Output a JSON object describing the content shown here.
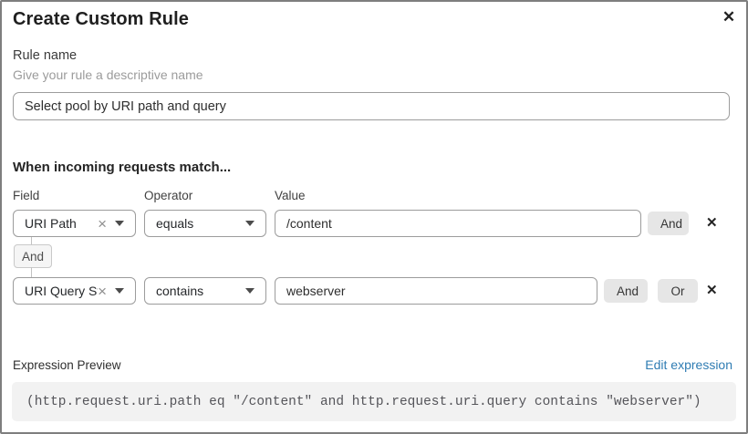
{
  "modal": {
    "title": "Create Custom Rule"
  },
  "icons": {
    "close_glyph": "✕",
    "clear_glyph": "×",
    "remove_glyph": "✕"
  },
  "rule_name": {
    "label": "Rule name",
    "helper": "Give your rule a descriptive name",
    "value": "Select pool by URI path and query"
  },
  "match": {
    "heading": "When incoming requests match...",
    "columns": {
      "field": "Field",
      "operator": "Operator",
      "value": "Value"
    },
    "connector_label": "And",
    "rows": [
      {
        "field": "URI Path",
        "operator": "equals",
        "value": "/content",
        "and_label": "And"
      },
      {
        "field": "URI Query St...",
        "operator": "contains",
        "value": "webserver",
        "and_label": "And",
        "or_label": "Or"
      }
    ]
  },
  "expression": {
    "label": "Expression Preview",
    "edit_link": "Edit expression",
    "code": "(http.request.uri.path eq \"/content\" and http.request.uri.query contains \"webserver\")"
  },
  "colors": {
    "link_blue": "#2f7cb3",
    "button_gray": "#e6e6e6",
    "code_background": "#f2f2f2",
    "border_gray": "#9c9c9c"
  }
}
